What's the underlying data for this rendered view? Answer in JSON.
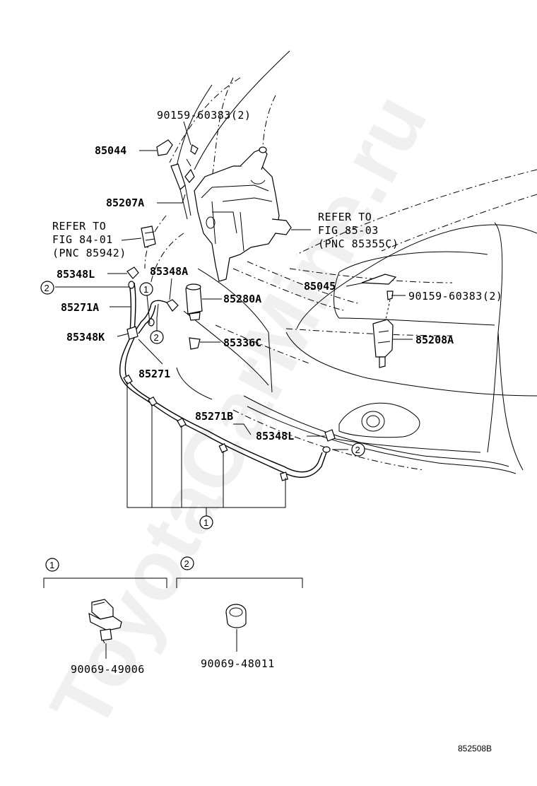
{
  "diagram": {
    "watermark": "ToyotaCarMine.ru",
    "figure_code": "852508B",
    "labels": {
      "bolt_top": "90159-60383(2)",
      "cover_left": "85044",
      "actuator_left": "85207A",
      "refer_left_1": "REFER TO",
      "refer_left_2": "FIG 84-01",
      "refer_left_3": "(PNC 85942)",
      "refer_right_1": "REFER TO",
      "refer_right_2": "FIG 85-03",
      "refer_right_3": "(PNC 85355C)",
      "joint_l_top": "85348L",
      "joint_a": "85348A",
      "hose_a": "85271A",
      "pump": "85280A",
      "cover_right": "85045",
      "bolt_right": "90159-60383(2)",
      "joint_k": "85348K",
      "check_valve": "85336C",
      "actuator_right": "85208A",
      "hose": "85271",
      "hose_b": "85271B",
      "joint_l_bottom": "85348L",
      "clamp_1_part": "90069-49006",
      "clamp_2_part": "90069-48011"
    },
    "callouts": {
      "one": "1",
      "two": "2"
    }
  }
}
